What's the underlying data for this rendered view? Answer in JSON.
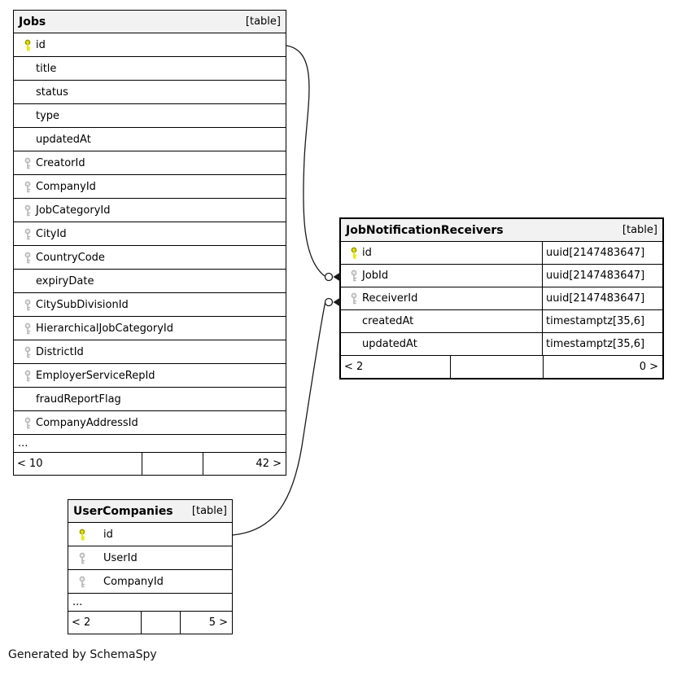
{
  "jobs": {
    "title": "Jobs",
    "tag": "[table]",
    "rows": [
      {
        "label": "id",
        "key": "pk"
      },
      {
        "label": "title",
        "key": ""
      },
      {
        "label": "status",
        "key": ""
      },
      {
        "label": "type",
        "key": ""
      },
      {
        "label": "updatedAt",
        "key": ""
      },
      {
        "label": "CreatorId",
        "key": "fk"
      },
      {
        "label": "CompanyId",
        "key": "fk"
      },
      {
        "label": "JobCategoryId",
        "key": "fk"
      },
      {
        "label": "CityId",
        "key": "fk"
      },
      {
        "label": "CountryCode",
        "key": "fk"
      },
      {
        "label": "expiryDate",
        "key": ""
      },
      {
        "label": "CitySubDivisionId",
        "key": "fk"
      },
      {
        "label": "HierarchicalJobCategoryId",
        "key": "fk"
      },
      {
        "label": "DistrictId",
        "key": "fk"
      },
      {
        "label": "EmployerServiceRepId",
        "key": "fk"
      },
      {
        "label": "fraudReportFlag",
        "key": ""
      },
      {
        "label": "CompanyAddressId",
        "key": "fk"
      }
    ],
    "more": "...",
    "pager": {
      "prev": "< 10",
      "next": "42 >"
    }
  },
  "receivers": {
    "title": "JobNotificationReceivers",
    "tag": "[table]",
    "rows": [
      {
        "label": "id",
        "type": "uuid[2147483647]",
        "key": "pk"
      },
      {
        "label": "JobId",
        "type": "uuid[2147483647]",
        "key": "fk"
      },
      {
        "label": "ReceiverId",
        "type": "uuid[2147483647]",
        "key": "fk"
      },
      {
        "label": "createdAt",
        "type": "timestamptz[35,6]",
        "key": ""
      },
      {
        "label": "updatedAt",
        "type": "timestamptz[35,6]",
        "key": ""
      }
    ],
    "pager": {
      "prev": "< 2",
      "next": "0 >"
    }
  },
  "companies": {
    "title": "UserCompanies",
    "tag": "[table]",
    "rows": [
      {
        "label": "id",
        "key": "pk"
      },
      {
        "label": "UserId",
        "key": "fk"
      },
      {
        "label": "CompanyId",
        "key": "fk"
      }
    ],
    "more": "...",
    "pager": {
      "prev": "< 2",
      "next": "5 >"
    }
  },
  "relationships": [
    {
      "from": "Jobs.id",
      "to": "JobNotificationReceivers.JobId",
      "end_style": "circle-arrow"
    },
    {
      "from": "UserCompanies.id",
      "to": "JobNotificationReceivers.ReceiverId",
      "end_style": "circle-arrow"
    }
  ],
  "credit": {
    "note": "Generated by SchemaSpy"
  },
  "colors": {
    "border": "#000000",
    "header_bg": "#f2f2f2",
    "relationship_line": "#1a1a1a",
    "primary_key": "#e8e800",
    "primary_key_stroke": "#9a9a00",
    "foreign_key": "#ededed",
    "foreign_key_stroke": "#b8b8b8"
  }
}
